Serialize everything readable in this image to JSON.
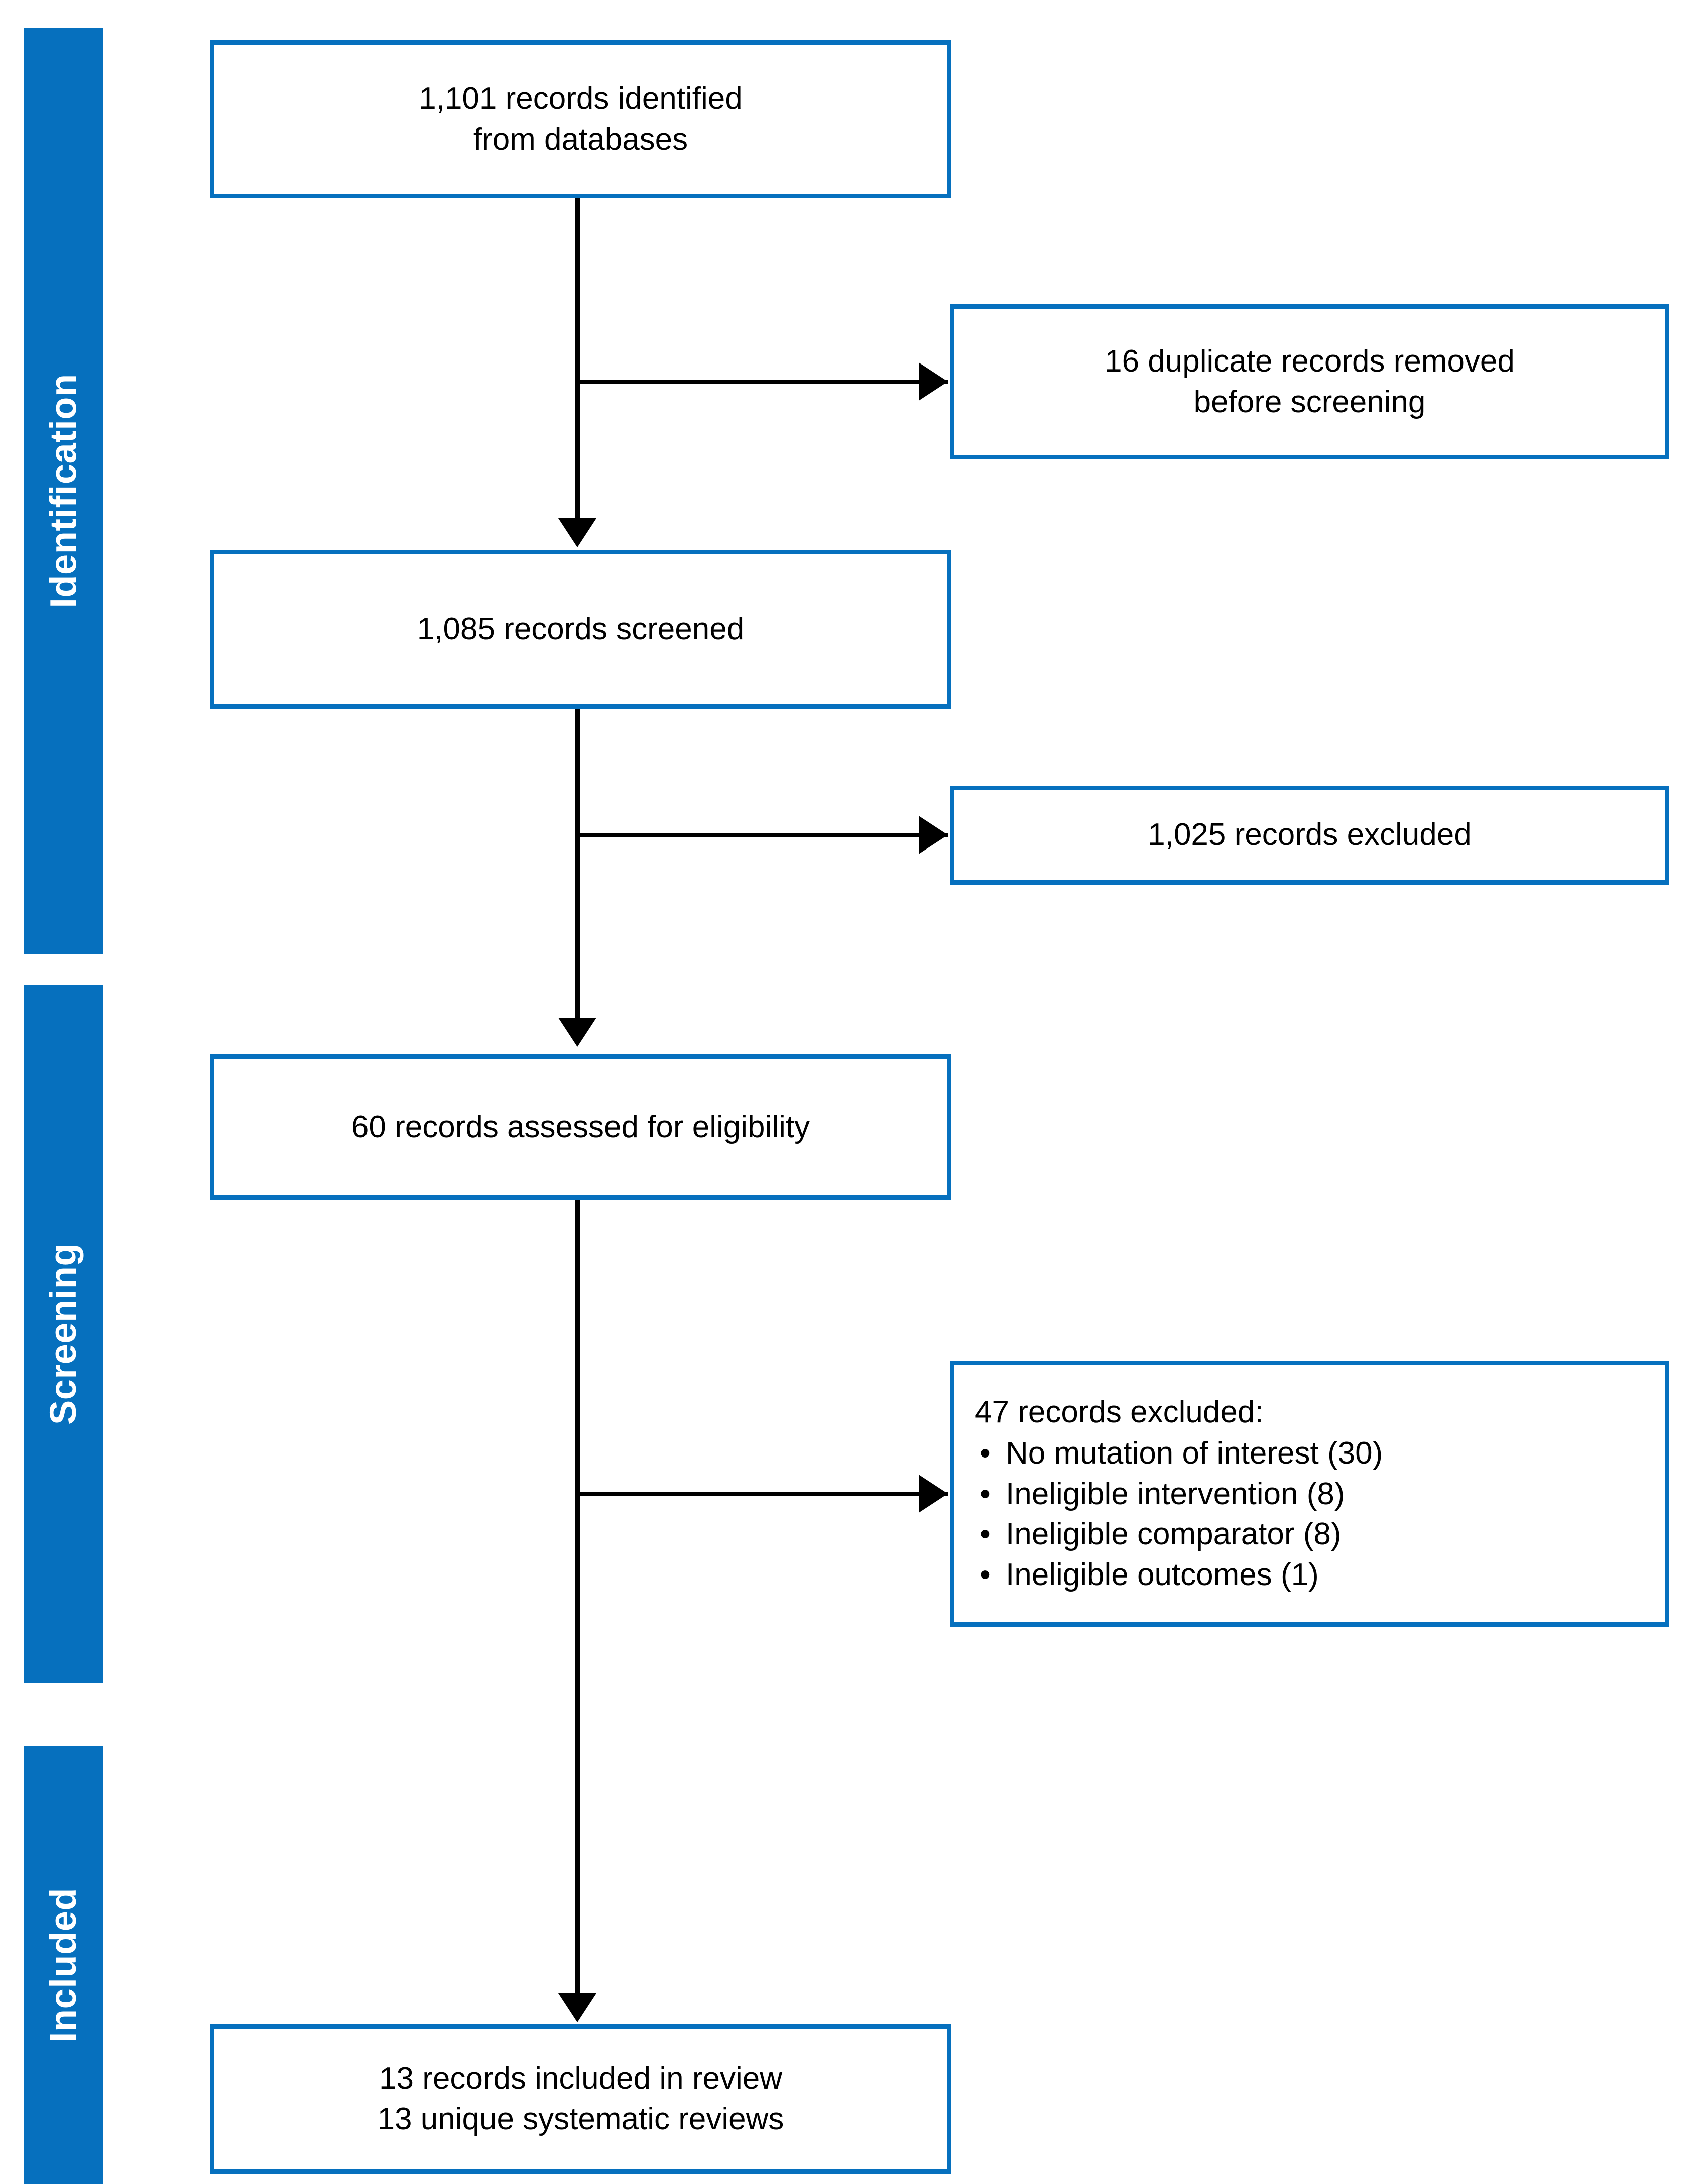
{
  "diagram": {
    "type": "prisma-flow-diagram",
    "accent_color": "#0670be",
    "line_color": "#000000",
    "background_color": "#ffffff"
  },
  "stages": [
    {
      "id": "identification",
      "label": "Identification"
    },
    {
      "id": "screening",
      "label": "Screening"
    },
    {
      "id": "included",
      "label": "Included"
    }
  ],
  "boxes": {
    "identified": {
      "line1": "1,101 records identified",
      "line2": "from databases",
      "count": 1101
    },
    "duplicates_removed": {
      "line1": "16 duplicate records removed",
      "line2": "before screening",
      "count": 16
    },
    "screened": {
      "line1": "1,085 records screened",
      "count": 1085
    },
    "records_excluded": {
      "line1": "1,025 records excluded",
      "count": 1025
    },
    "assessed": {
      "line1": "60 records assessed for eligibility",
      "count": 60
    },
    "excluded_detail": {
      "heading": "47 records excluded:",
      "count": 47,
      "bullet": "•",
      "reasons": [
        "No mutation of interest (30)",
        "Ineligible intervention (8)",
        "Ineligible comparator (8)",
        "Ineligible outcomes (1)"
      ]
    },
    "included": {
      "line1": "13 records included in review",
      "line2": "13 unique systematic reviews",
      "count": 13
    }
  }
}
